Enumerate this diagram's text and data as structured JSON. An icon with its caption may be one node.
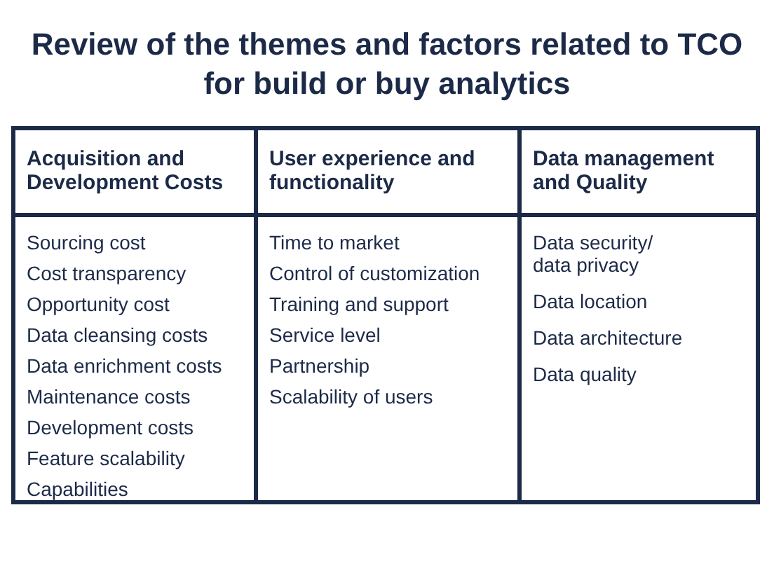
{
  "diagram": {
    "title": "Review of the themes and factors related to TCO for build or buy analytics",
    "labels": [
      "Acquisition and Development Costs",
      "User experience and functionality",
      "Data management and Quality",
      "Sourcing cost",
      "Cost transparency",
      "Opportunity cost",
      "Data cleansing costs",
      "Data enrichment costs",
      "Maintenance costs",
      "Development costs",
      "Feature scalability",
      "Capabilities",
      "Time to market",
      "Control of customization",
      "Training and support",
      "Service level",
      "Partnership",
      "Scalability of users",
      "Data security/ data privacy",
      "Data location",
      "Data architecture",
      "Data quality"
    ]
  }
}
